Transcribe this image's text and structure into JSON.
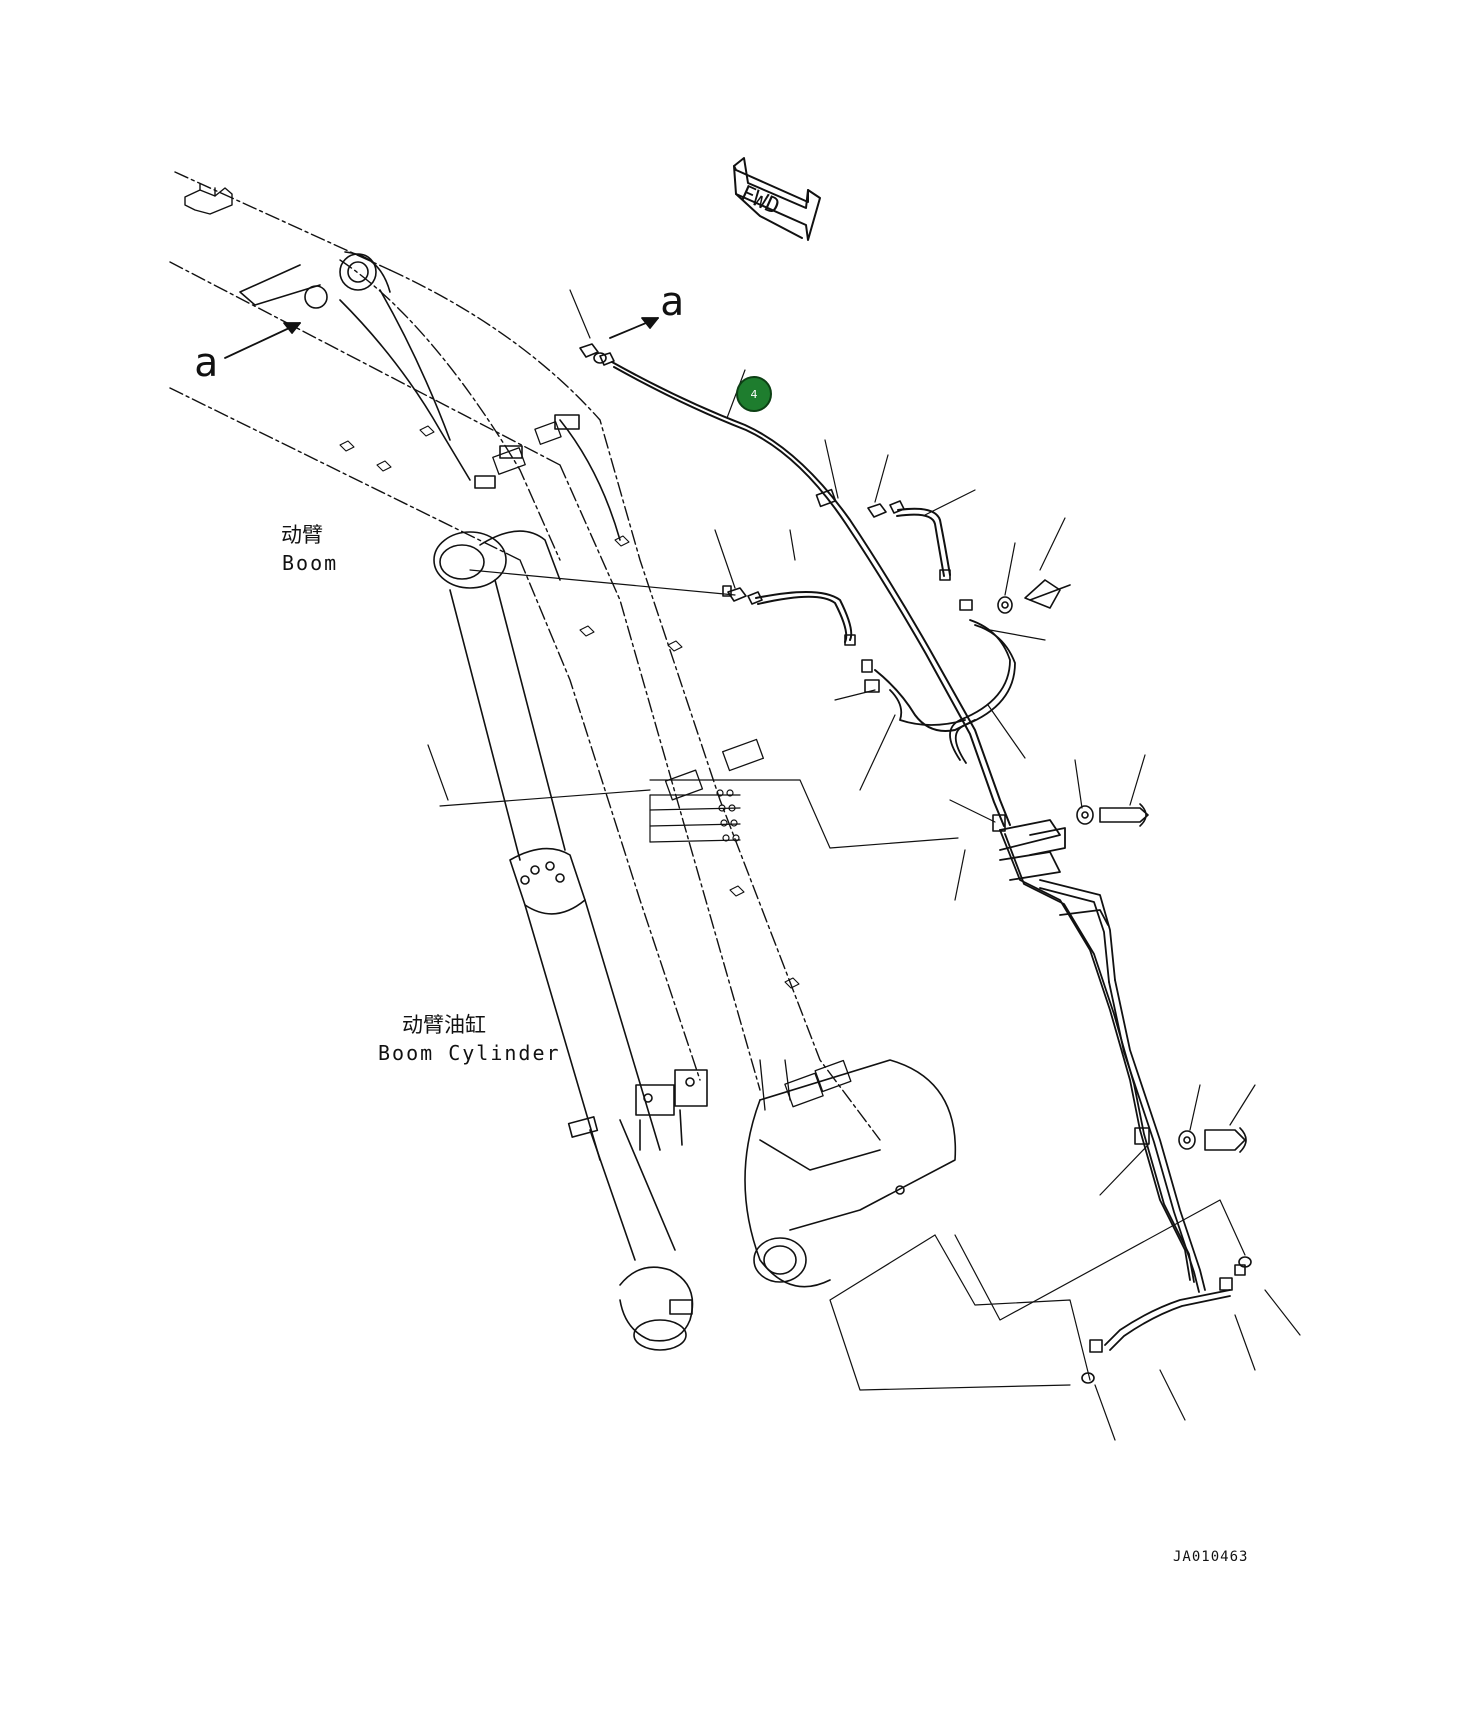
{
  "labels": {
    "boom_cn": "动臂",
    "boom_en": "Boom",
    "cylinder_cn": "动臂油缸",
    "cylinder_en": "Boom Cylinder",
    "view_letter_left": "a",
    "view_letter_right": "a",
    "fwd": "FWD",
    "drawing_code": "JA010463"
  },
  "callouts": [
    {
      "number": "4",
      "color": "#1e7d2e"
    }
  ],
  "icons": [
    "fwd-arrow-icon",
    "view-arrow-icon"
  ]
}
